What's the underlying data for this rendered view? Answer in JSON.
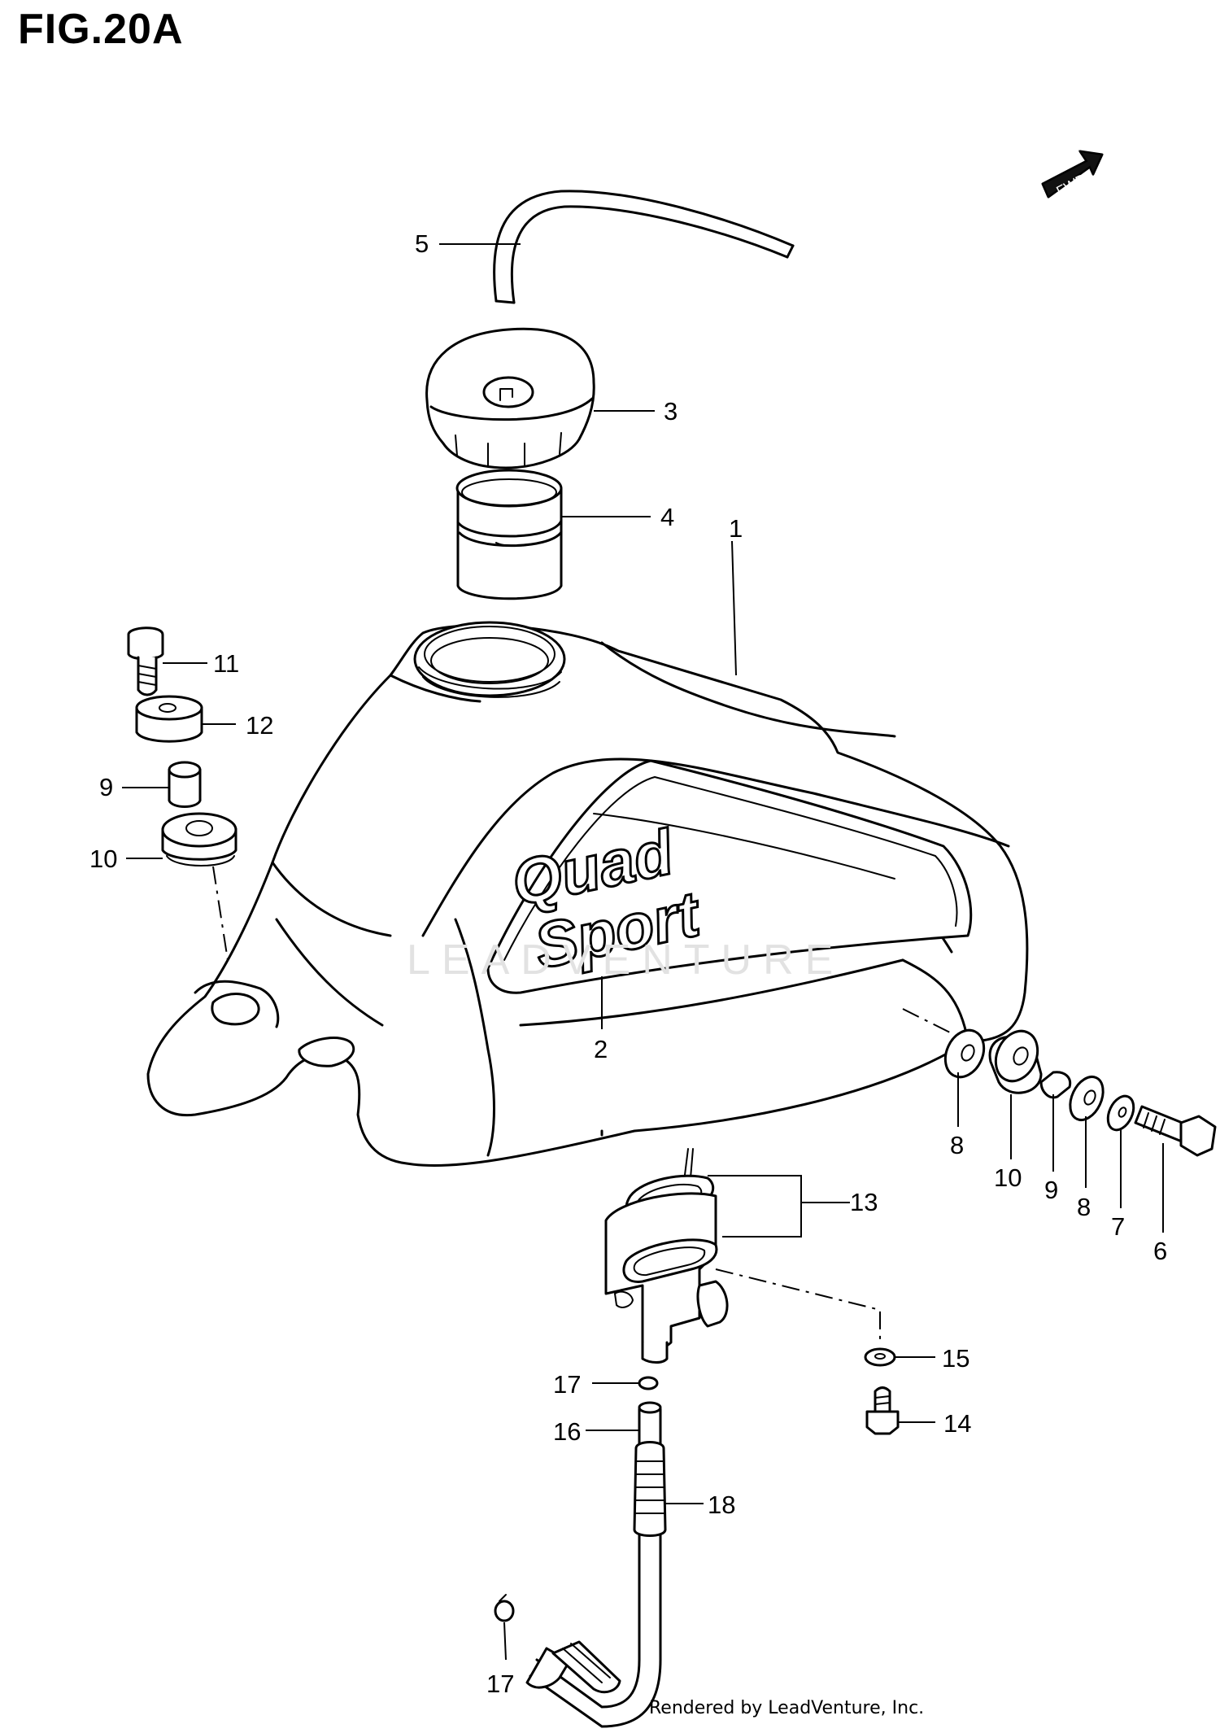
{
  "figure_title": "FIG.20A",
  "footer_text": "Rendered by LeadVenture, Inc.",
  "watermark_text": "LEADVENTURE",
  "fwd_label": "FWD",
  "tank_logo": {
    "line1": "Quad",
    "line2": "Sport"
  },
  "callouts": [
    "1",
    "2",
    "3",
    "4",
    "5",
    "6",
    "7",
    "8",
    "8",
    "9",
    "9",
    "10",
    "10",
    "11",
    "12",
    "13",
    "14",
    "15",
    "16",
    "17",
    "17",
    "18"
  ]
}
